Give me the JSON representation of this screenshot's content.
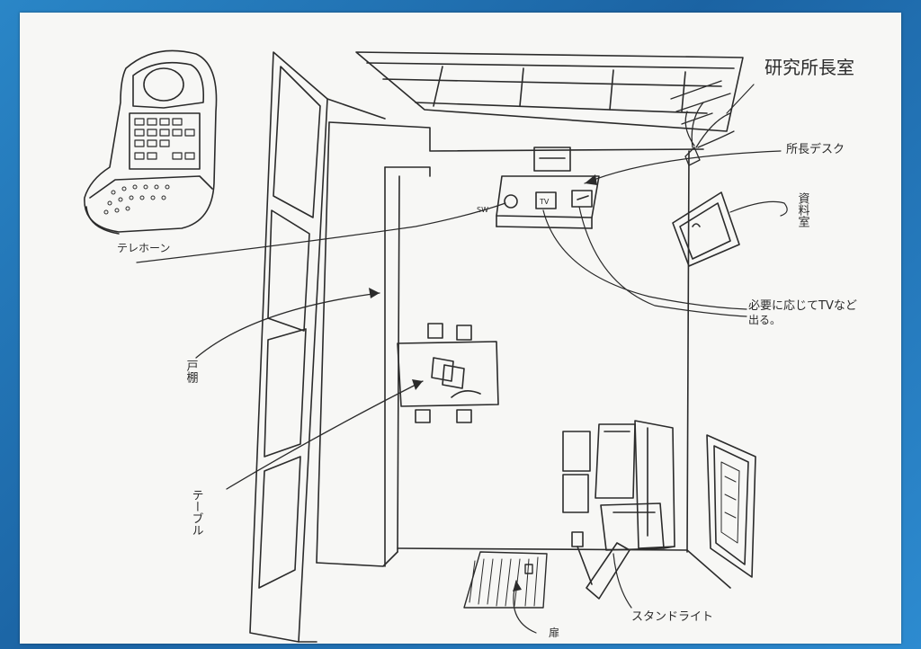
{
  "labels": {
    "room_title": "研究所長室",
    "director_desk": "所長デスク",
    "documents": "資料室",
    "tv_note_line1": "必要に応じてTVなど",
    "tv_note_line2": "出る。",
    "telephone": "テレホーン",
    "shelf": "戸棚",
    "table": "テーブル",
    "stand_light": "スタンドライト",
    "entrance": "扉",
    "sw": "SW",
    "tv": "TV"
  }
}
